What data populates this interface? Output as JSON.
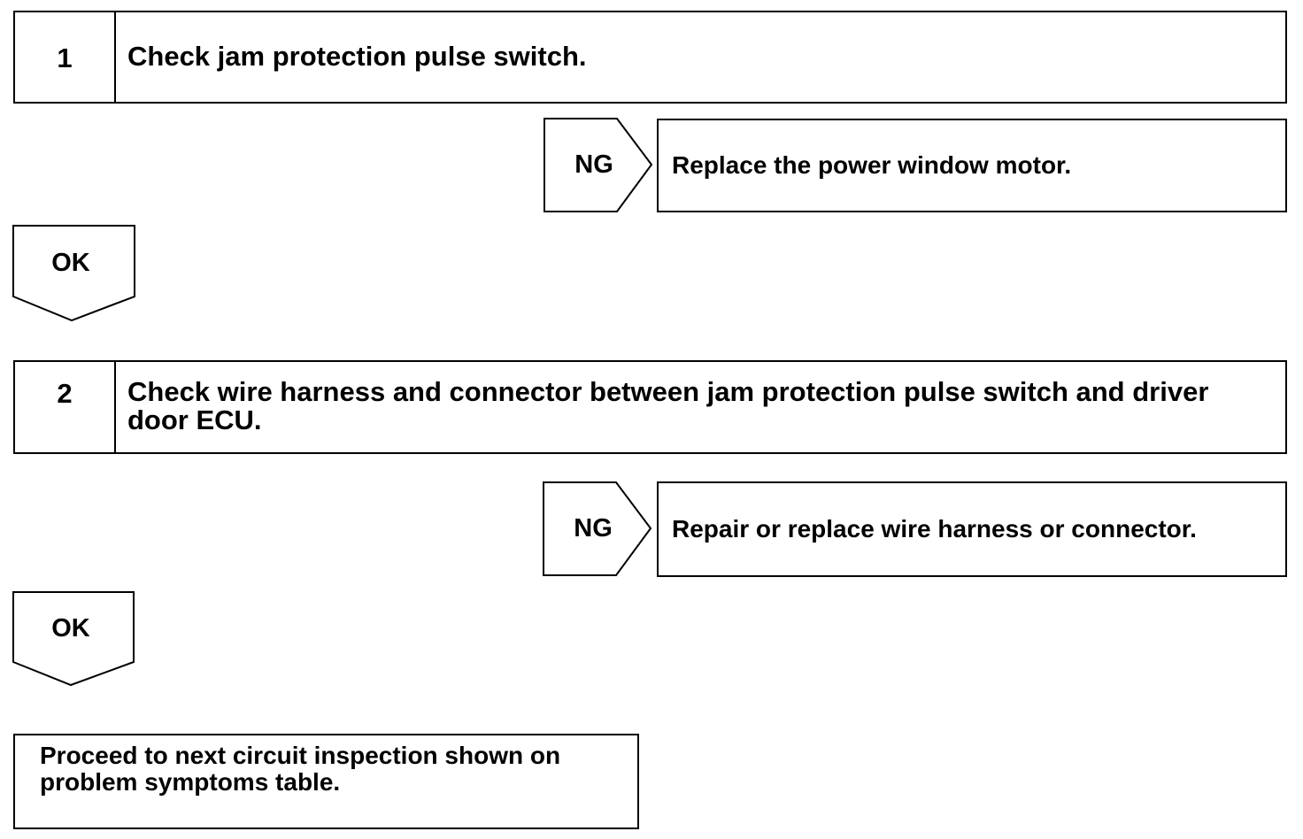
{
  "steps": [
    {
      "number": "1",
      "text": "Check jam protection pulse switch."
    },
    {
      "number": "2",
      "text": "Check wire harness and connector between jam protection pulse switch and driver door ECU."
    }
  ],
  "ng_results": [
    {
      "label": "NG",
      "text": "Replace the power window motor."
    },
    {
      "label": "NG",
      "text": "Repair or replace wire harness or connector."
    }
  ],
  "ok_labels": [
    "OK",
    "OK"
  ],
  "final": {
    "text": "Proceed to next circuit inspection shown on problem symptoms table."
  }
}
